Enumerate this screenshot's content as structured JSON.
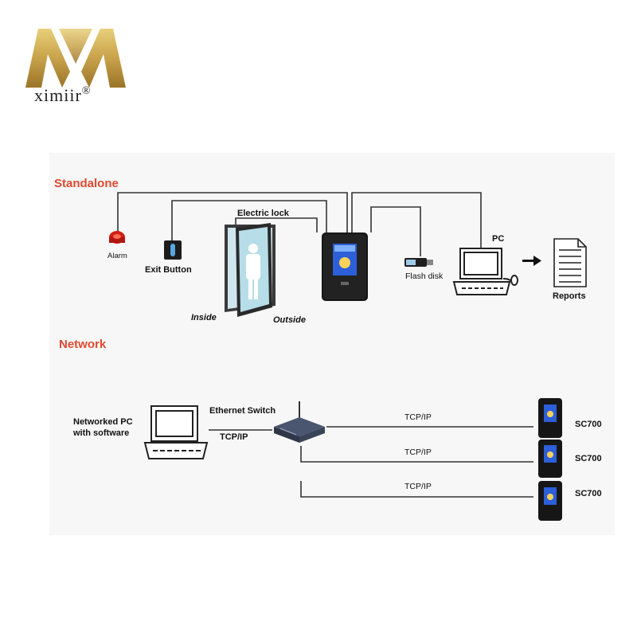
{
  "brand": {
    "name": "ximiir",
    "registered": "®"
  },
  "standalone": {
    "title": "Standalone",
    "alarm": "Alarm",
    "exit_button": "Exit Button",
    "electric_lock": "Electric lock",
    "inside": "Inside",
    "outside": "Outside",
    "flash_disk": "Flash disk",
    "pc": "PC",
    "reports": "Reports"
  },
  "network": {
    "title": "Network",
    "networked_pc_line1": "Networked PC",
    "networked_pc_line2": "with software",
    "ethernet_switch": "Ethernet Switch",
    "pc_link": "TCP/IP",
    "links": [
      {
        "protocol": "TCP/IP",
        "device": "SC700"
      },
      {
        "protocol": "TCP/IP",
        "device": "SC700"
      },
      {
        "protocol": "TCP/IP",
        "device": "SC700"
      }
    ]
  },
  "colors": {
    "accent": "#e0492f",
    "logo_gold": "#c8a24a",
    "screen_blue": "#2c5fd8"
  }
}
